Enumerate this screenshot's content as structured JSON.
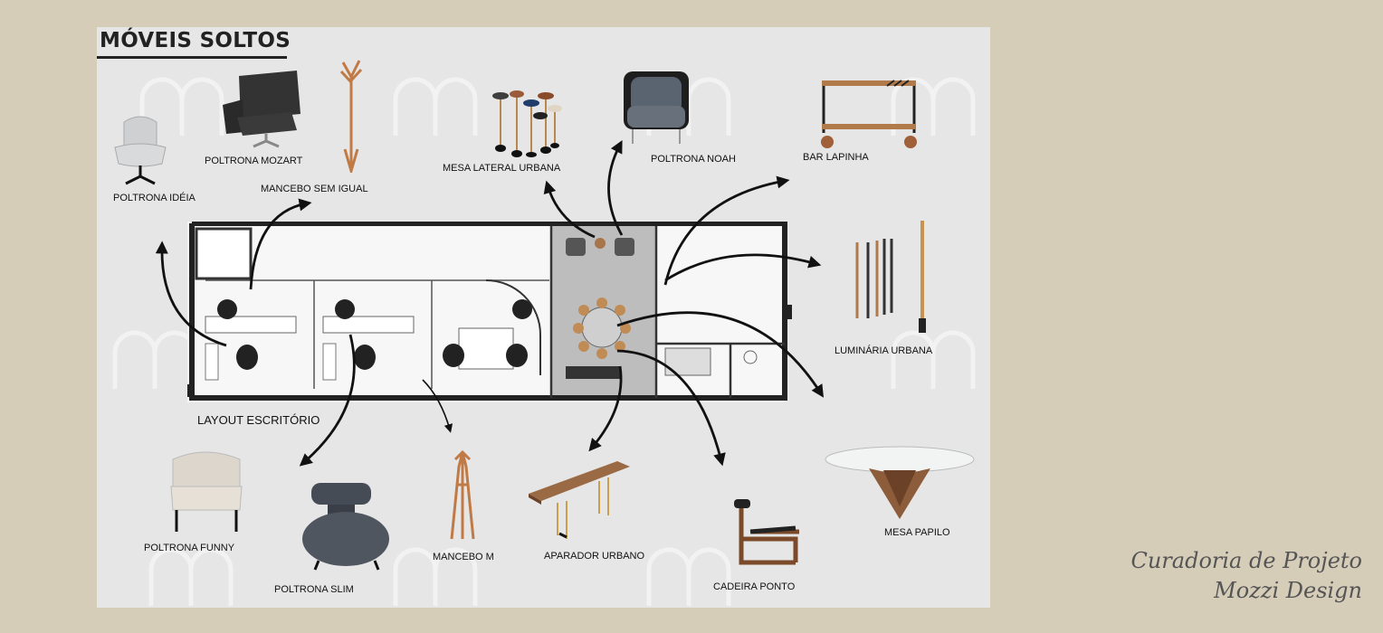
{
  "board": {
    "title": "MÓVEIS SOLTOS",
    "layout_label": "LAYOUT ESCRITÓRIO"
  },
  "items": {
    "poltrona_ideia": "POLTRONA IDÉIA",
    "poltrona_mozart": "POLTRONA MOZART",
    "mancebo_sem_igual": "MANCEBO SEM IGUAL",
    "mesa_lateral_urbana": "MESA LATERAL URBANA",
    "poltrona_noah": "POLTRONA NOAH",
    "bar_lapinha": "BAR LAPINHA",
    "luminaria_urbana": "LUMINÁRIA URBANA",
    "mesa_papilo": "MESA PAPILO",
    "cadeira_ponto": "CADEIRA PONTO",
    "aparador_urbano": "APARADOR URBANO",
    "mancebo_m": "MANCEBO M",
    "poltrona_slim": "POLTRONA SLIM",
    "poltrona_funny": "POLTRONA FUNNY"
  },
  "credit": {
    "line1": "Curadoria de Projeto",
    "line2": "Mozzi Design"
  },
  "colors": {
    "background": "#d6cdb9",
    "board": "#e6e6e6",
    "ink": "#111111",
    "wood": "#a8744a",
    "fabric": "#4e555f"
  }
}
